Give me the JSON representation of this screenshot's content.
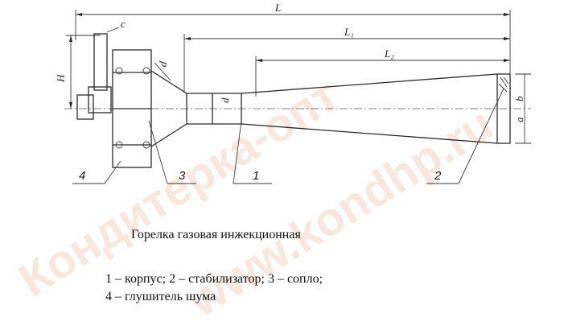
{
  "title": "Горелка газовая инжекционная",
  "legend": {
    "line1": "1 – корпус;  2 – стабилизатор;  3 – сопло;",
    "line2": "4 – глушитель шума"
  },
  "dimensions": {
    "L": "L",
    "L1": "L₁",
    "L2": "L₂",
    "H": "H",
    "c": "c",
    "d": "d",
    "d1": "d",
    "a": "a",
    "b": "b"
  },
  "callouts": {
    "c1": "1",
    "c2": "2",
    "c3": "3",
    "c4": "4"
  },
  "watermark": {
    "text1": "Кондитерка-опт",
    "text2": "www.kondhp.ru"
  }
}
